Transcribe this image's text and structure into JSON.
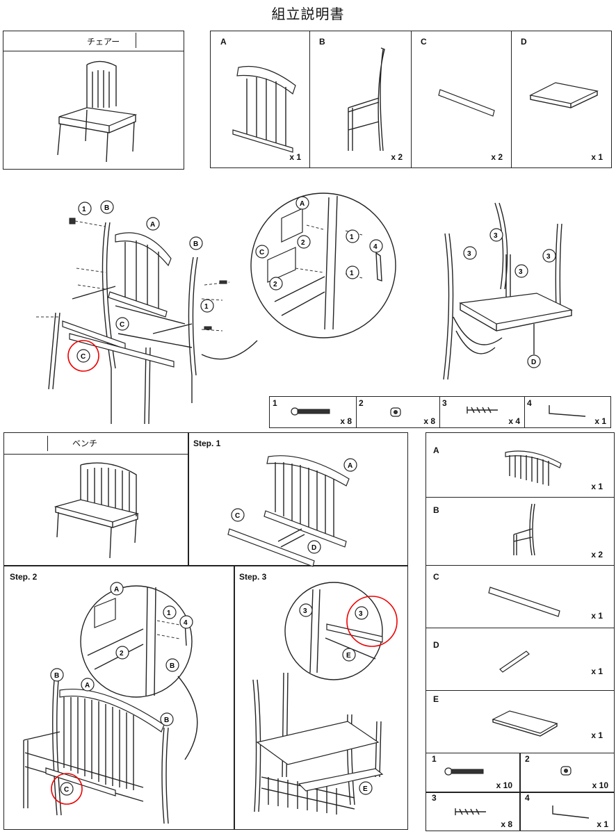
{
  "title": "組立説明書",
  "chair": {
    "label": "チェアー",
    "parts": [
      {
        "letter": "A",
        "qty": "x 1"
      },
      {
        "letter": "B",
        "qty": "x 2"
      },
      {
        "letter": "C",
        "qty": "x 2"
      },
      {
        "letter": "D",
        "qty": "x 1"
      }
    ],
    "hardware": [
      {
        "num": "1",
        "qty": "x 8"
      },
      {
        "num": "2",
        "qty": "x 8"
      },
      {
        "num": "3",
        "qty": "x 4"
      },
      {
        "num": "4",
        "qty": "x 1"
      }
    ],
    "callouts": [
      "1",
      "B",
      "A",
      "B",
      "1",
      "C",
      "C",
      "A",
      "2",
      "C",
      "2",
      "1",
      "4",
      "1",
      "3",
      "3",
      "3",
      "3",
      "D"
    ]
  },
  "bench": {
    "label": "ベンチ",
    "step1": "Step. 1",
    "step2": "Step. 2",
    "step3": "Step. 3",
    "parts": [
      {
        "letter": "A",
        "qty": "x 1"
      },
      {
        "letter": "B",
        "qty": "x 2"
      },
      {
        "letter": "C",
        "qty": "x 1"
      },
      {
        "letter": "D",
        "qty": "x 1"
      },
      {
        "letter": "E",
        "qty": "x 1"
      }
    ],
    "hardware": [
      {
        "num": "1",
        "qty": "x 10"
      },
      {
        "num": "2",
        "qty": "x 10"
      },
      {
        "num": "3",
        "qty": "x 8"
      },
      {
        "num": "4",
        "qty": "x 1"
      }
    ]
  }
}
